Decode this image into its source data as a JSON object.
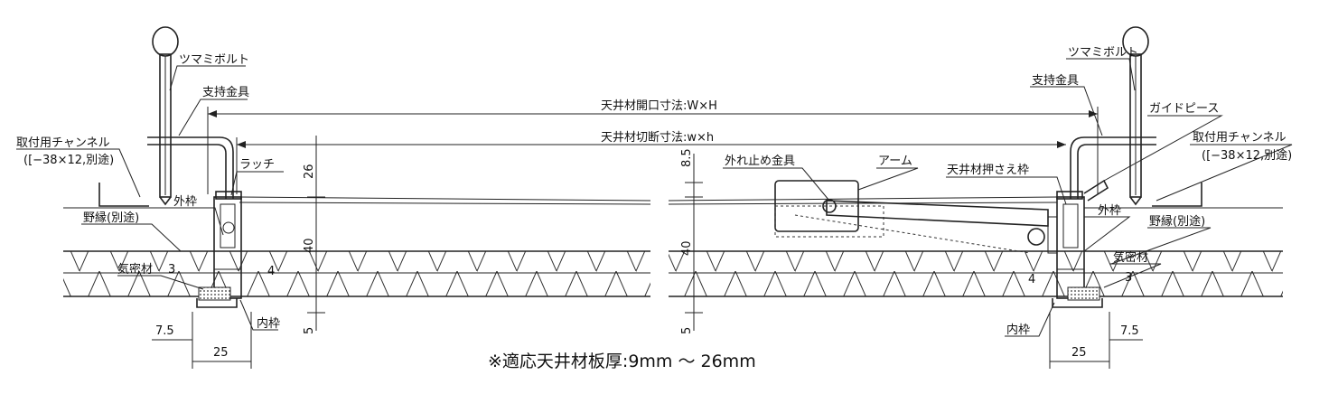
{
  "labels": {
    "knob_bolt": "ツマミボルト",
    "support_bracket": "支持金具",
    "mount_channel": "取付用チャンネル",
    "mount_channel_spec": "([−38×12,別途)",
    "latch": "ラッチ",
    "outer_frame": "外枠",
    "furring": "野縁(別途)",
    "airtight": "気密材",
    "inner_frame": "内枠",
    "detach_stopper": "外れ止め金具",
    "arm": "アーム",
    "ceiling_holding_frame": "天井材押さえ枠",
    "guide_piece": "ガイドピース",
    "opening_dim": "天井材開口寸法:W×H",
    "cut_dim": "天井材切断寸法:w×h"
  },
  "dims": {
    "d26": "26",
    "d40": "40",
    "d5": "5",
    "d85": "8.5",
    "d3": "3",
    "d4": "4",
    "d75": "7.5",
    "d25": "25"
  },
  "note": "※適応天井材板厚:9mm 〜 26mm"
}
